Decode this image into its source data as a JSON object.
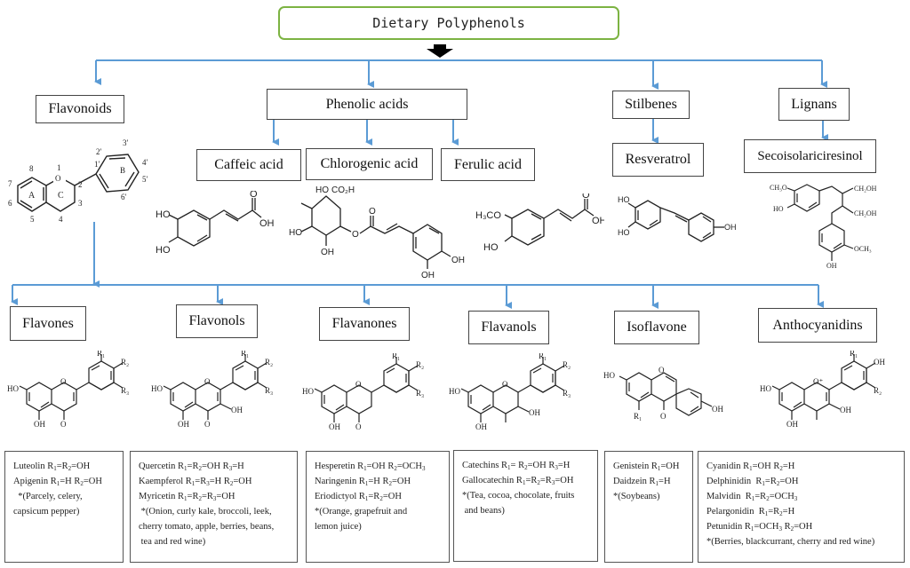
{
  "title": "Dietary Polyphenols",
  "colors": {
    "connector": "#5b9bd5",
    "root_border": "#7cb342",
    "box_border": "#444444"
  },
  "classes": [
    {
      "label": "Flavonoids"
    },
    {
      "label": "Phenolic acids"
    },
    {
      "label": "Stilbenes"
    },
    {
      "label": "Lignans"
    }
  ],
  "phenolic_acids": [
    {
      "label": "Caffeic acid"
    },
    {
      "label": "Chlorogenic acid"
    },
    {
      "label": "Ferulic acid"
    }
  ],
  "stilbenes_child": {
    "label": "Resveratrol"
  },
  "lignans_child": {
    "label": "Secoisolariciresinol"
  },
  "flavonoid_core": {
    "ring_labels": [
      "A",
      "C",
      "B"
    ],
    "positions": [
      "1",
      "2",
      "3",
      "4",
      "5",
      "6",
      "7",
      "8",
      "1′",
      "2′",
      "3′",
      "4′",
      "5′",
      "6′"
    ],
    "atom": "O"
  },
  "structure_labels": {
    "caffeic": [
      "HO",
      "HO",
      "O",
      "OH"
    ],
    "chlorogenic": [
      "HO",
      "CO₂H",
      "HO",
      "OH",
      "O",
      "O",
      "OH",
      "OH"
    ],
    "ferulic": [
      "H₃CO",
      "HO",
      "O",
      "OH"
    ],
    "resveratrol": [
      "HO",
      "HO",
      "OH"
    ],
    "secoisolariciresinol": [
      "CH₃O",
      "HO",
      "CH₂OH",
      "CH₂OH",
      "OCH₃",
      "OH"
    ]
  },
  "subclasses": [
    {
      "label": "Flavones",
      "structure_labels": [
        "HO",
        "O",
        "R₁",
        "R₂",
        "R₃",
        "OH",
        "O"
      ],
      "info": [
        "Luteolin R<sub>1</sub>=R<sub>2</sub>=OH",
        "Apigenin R<sub>1</sub>=H R<sub>2</sub>=OH",
        "&nbsp;&nbsp;*(Parcely, celery,",
        "capsicum pepper)"
      ]
    },
    {
      "label": "Flavonols",
      "structure_labels": [
        "HO",
        "O",
        "R₁",
        "R₂",
        "R₃",
        "OH",
        "OH",
        "O"
      ],
      "info": [
        "Quercetin R<sub>1</sub>=R<sub>2</sub>=OH R<sub>3</sub>=H",
        "Kaempferol R<sub>1</sub>=R<sub>3</sub>=H R<sub>2</sub>=OH",
        "Myricetin R<sub>1</sub>=R<sub>2</sub>=R<sub>3</sub>=OH",
        "&nbsp;*(Onion, curly kale, broccoli, leek,",
        "cherry tomato, apple, berries, beans,",
        "&nbsp;tea and red wine)"
      ]
    },
    {
      "label": "Flavanones",
      "structure_labels": [
        "HO",
        "O",
        "R₁",
        "R₂",
        "R₃",
        "OH",
        "O"
      ],
      "info": [
        "Hesperetin R<sub>1</sub>=OH R<sub>2</sub>=OCH<sub>3</sub>",
        "Naringenin R<sub>1</sub>=H R<sub>2</sub>=OH",
        "Eriodictyol R<sub>1</sub>=R<sub>2</sub>=OH",
        "*(Orange, grapefruit and",
        "lemon juice)"
      ]
    },
    {
      "label": "Flavanols",
      "structure_labels": [
        "HO",
        "O",
        "R₁",
        "R₂",
        "R₃",
        "OH",
        "OH"
      ],
      "info": [
        "Catechins R<sub>1</sub>= R<sub>2</sub>=OH R<sub>3</sub>=H",
        "Gallocatechin R<sub>1</sub>=R<sub>2</sub>=R<sub>3</sub>=OH",
        "*(Tea, cocoa, chocolate, fruits",
        "&nbsp;and beans)"
      ]
    },
    {
      "label": "Isoflavone",
      "structure_labels": [
        "HO",
        "O",
        "R₁",
        "O",
        "OH"
      ],
      "info": [
        "Genistein R<sub>1</sub>=OH",
        "Daidzein R<sub>1</sub>=H",
        "*(Soybeans)"
      ]
    },
    {
      "label": "Anthocyanidins",
      "structure_labels": [
        "HO",
        "O⁺",
        "R₁",
        "OH",
        "R₂",
        "OH",
        "OH"
      ],
      "info": [
        "Cyanidin R<sub>1</sub>=OH R<sub>2</sub>=H",
        "Delphinidin&nbsp; R<sub>1</sub>=R<sub>2</sub>=OH",
        "Malvidin&nbsp; R<sub>1</sub>=R<sub>2</sub>=OCH<sub>3</sub>",
        "Pelargonidin&nbsp; R<sub>1</sub>=R<sub>2</sub>=H",
        "Petunidin R<sub>1</sub>=OCH<sub>3</sub> R<sub>2</sub>=OH",
        "*(Berries, blackcurrant, cherry and red wine)"
      ]
    }
  ]
}
